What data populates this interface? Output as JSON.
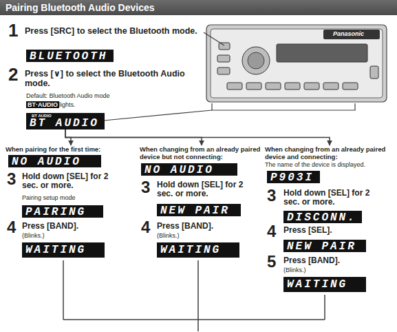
{
  "diagram": {
    "title": "Pairing Bluetooth Audio Devices",
    "nodes": [
      {
        "text": [
          "BLUETOOTH"
        ]
      },
      {
        "text": [
          "BT AUDIO",
          "BT AUDIO"
        ]
      },
      {
        "text": [
          "When pairing for the first time:",
          "NO AUDIO"
        ]
      },
      {
        "text": [
          "PAIRING"
        ]
      },
      {
        "text": [
          "WAITING"
        ]
      },
      {
        "text": [
          "When changing from an already paired device but not connecting:",
          "NO AUDIO"
        ]
      },
      {
        "text": [
          "NEW PAIR"
        ]
      },
      {
        "text": [
          "WAITING"
        ]
      },
      {
        "text": [
          "When changing from an already paired device and connecting:",
          "The name of the device is displayed.",
          "P903I"
        ]
      },
      {
        "text": [
          "DISCONN."
        ]
      },
      {
        "text": [
          "NEW PAIR"
        ]
      },
      {
        "text": [
          "WAITING"
        ]
      }
    ],
    "edges": [
      {
        "from": 1,
        "to": 2,
        "arrow": "to"
      },
      {
        "from": 1,
        "to": 5,
        "arrow": "to"
      },
      {
        "from": 1,
        "to": 8,
        "arrow": "to"
      }
    ],
    "labels": [
      "1",
      "Press [SRC] to select the Bluetooth mode.",
      "2",
      "Press [∨] to select the Bluetooth Audio mode.",
      "Default: Bluetooth Audio mode",
      "BT·AUDIO",
      "lights.",
      "Panasonic",
      "3",
      "Hold down [SEL] for 2 sec. or more.",
      "Pairing setup mode",
      "4",
      "Press [BAND].",
      "(Blinks.)",
      "3",
      "Hold down [SEL] for 2 sec. or more.",
      "4",
      "Press [BAND].",
      "(Blinks.)",
      "3",
      "Hold down [SEL] for 2 sec. or more.",
      "4",
      "Press [SEL].",
      "5",
      "Press [BAND].",
      "(Blinks.)"
    ]
  }
}
